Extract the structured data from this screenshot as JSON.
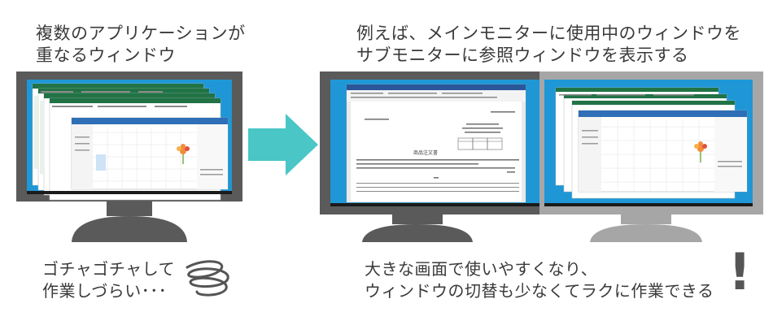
{
  "left_heading": [
    "複数のアプリケーションが",
    "重なるウィンドウ"
  ],
  "right_heading": [
    "例えば、メインモニターに使用中のウィンドウを",
    "サブモニターに参照ウィンドウを表示する"
  ],
  "left_caption": [
    "ゴチャゴチャして",
    "作業しづらい･･･"
  ],
  "right_caption": [
    "大きな画面で使いやすくなり、",
    "ウィンドウの切替も少なくてラクに作業できる"
  ],
  "exclamation": "!",
  "document": {
    "title": "商品注文書"
  },
  "colors": {
    "monitor_dark": "#5a5a5a",
    "monitor_gray": "#a6a6a6",
    "screen_blue": "#1f97d6",
    "arrow_teal": "#4ac6c6",
    "excel_green": "#217346",
    "outlook_blue": "#2f6fb7",
    "text_dark": "#3a3a3a"
  },
  "icons": [
    "arrow-right-icon",
    "scribble-icon",
    "exclamation-icon",
    "flower-icon"
  ]
}
